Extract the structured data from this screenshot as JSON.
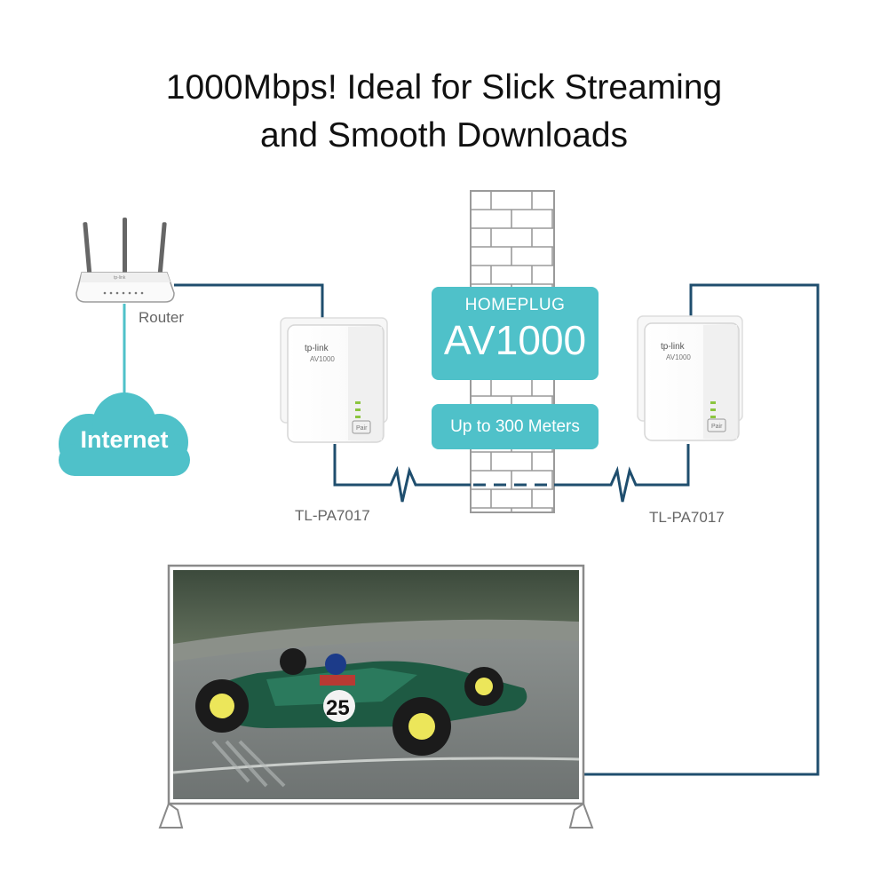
{
  "headline": {
    "line1": "1000Mbps! Ideal for Slick Streaming",
    "line2": "and Smooth Downloads"
  },
  "router": {
    "label": "Router",
    "brand": "tp-link",
    "icon": "router-icon"
  },
  "internet": {
    "label": "Internet",
    "icon": "cloud-icon"
  },
  "adapters": [
    {
      "model": "TL-PA7017",
      "brand": "tp-link",
      "spec": "AV1000",
      "button": "Pair"
    },
    {
      "model": "TL-PA7017",
      "brand": "tp-link",
      "spec": "AV1000",
      "button": "Pair"
    }
  ],
  "badge": {
    "standard": "HOMEPLUG",
    "speed": "AV1000",
    "range": "Up to 300 Meters"
  },
  "tv": {
    "icon": "tv-icon",
    "scene": "race-car-photo",
    "car_number": "25"
  },
  "colors": {
    "accent": "#4fc1c9",
    "cable": "#1f4e6e",
    "wall": "#9a9a9a"
  }
}
